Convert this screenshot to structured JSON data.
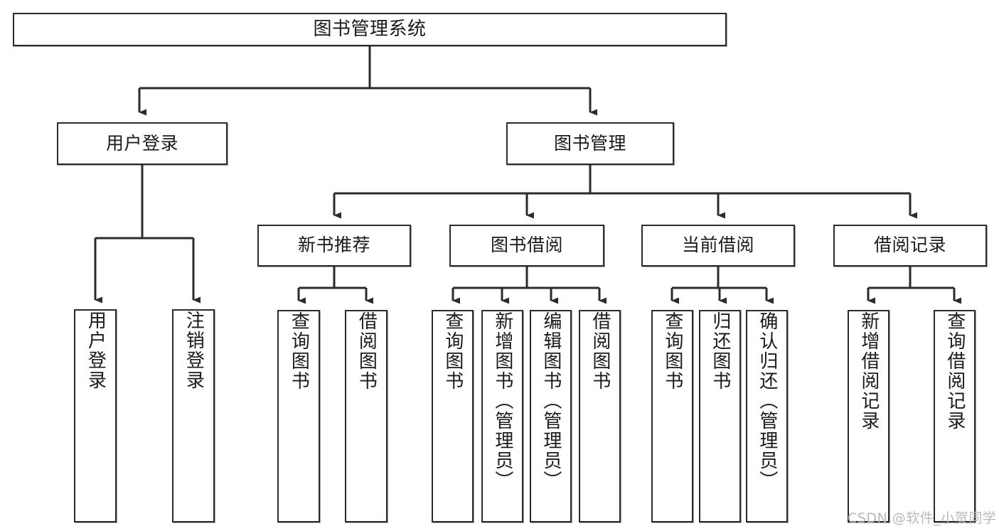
{
  "diagram": {
    "title": "图书管理系统",
    "type": "tree-hierarchy",
    "root": {
      "label": "图书管理系统"
    },
    "tier2": [
      {
        "label": "用户登录"
      },
      {
        "label": "图书管理"
      }
    ],
    "tier3": [
      {
        "label": "新书推荐"
      },
      {
        "label": "图书借阅"
      },
      {
        "label": "当前借阅"
      },
      {
        "label": "借阅记录"
      }
    ],
    "leaves": {
      "user_login": [
        {
          "label": "用户登录"
        },
        {
          "label": "注销登录"
        }
      ],
      "new_book_recommend": [
        {
          "label": "查询图书"
        },
        {
          "label": "借阅图书"
        }
      ],
      "book_borrow": [
        {
          "label": "查询图书"
        },
        {
          "label": "新增图书（管理员）"
        },
        {
          "label": "编辑图书（管理员）"
        },
        {
          "label": "借阅图书"
        }
      ],
      "current_borrow": [
        {
          "label": "查询图书"
        },
        {
          "label": "归还图书"
        },
        {
          "label": "确认归还（管理员）"
        }
      ],
      "borrow_record": [
        {
          "label": "新增借阅记录"
        },
        {
          "label": "查询借阅记录"
        }
      ]
    }
  },
  "watermark": {
    "text": "CSDN @软件_小贺同学"
  },
  "colors": {
    "stroke": "#2b2b2b",
    "fill": "#ffffff",
    "text": "#1a1a1a",
    "watermark": "#b9b9b9"
  }
}
